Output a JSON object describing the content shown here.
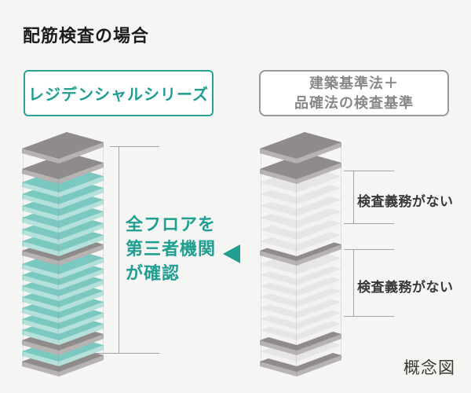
{
  "title": "配筋検査の場合",
  "footnote": "概念図",
  "left_panel": {
    "badge": "レジデンシャルシリーズ",
    "annotation_lines": [
      "全フロアを",
      "第三者機関",
      "が確認"
    ]
  },
  "right_panel": {
    "badge_lines": [
      "建築基準法＋",
      "品確法の検査基準"
    ],
    "labels": [
      "検査義務がない",
      "検査義務がない"
    ]
  },
  "colors": {
    "background": "#f5f5f3",
    "accent_teal": "#1f9e91",
    "badge_teal_border": "#2aa295",
    "badge_gray_border": "#9b9997",
    "gray_text": "#8a8887",
    "dark_text": "#3b3937",
    "bracket_line": "#a6a4a2",
    "slab_teal_top": "#7bc8c0",
    "slab_teal_side": "#b5e1dc",
    "slab_gray_top": "#8e8b8a",
    "slab_gray_side": "#b6b3b2",
    "slab_light_top": "#e7e6e4",
    "slab_light_side": "#f3f2f1"
  },
  "stacks": [
    {
      "id": "residential",
      "layers": [
        "gray",
        "gray",
        "teal",
        "teal",
        "teal",
        "teal",
        "teal",
        "teal",
        "gray",
        "teal",
        "teal",
        "teal",
        "teal",
        "teal",
        "teal",
        "teal",
        "gray",
        "teal",
        "gray"
      ]
    },
    {
      "id": "standard",
      "layers": [
        "gray",
        "gray",
        "light",
        "light",
        "light",
        "light",
        "light",
        "light",
        "gray",
        "light",
        "light",
        "light",
        "light",
        "light",
        "light",
        "light",
        "gray",
        "light",
        "gray"
      ]
    }
  ]
}
